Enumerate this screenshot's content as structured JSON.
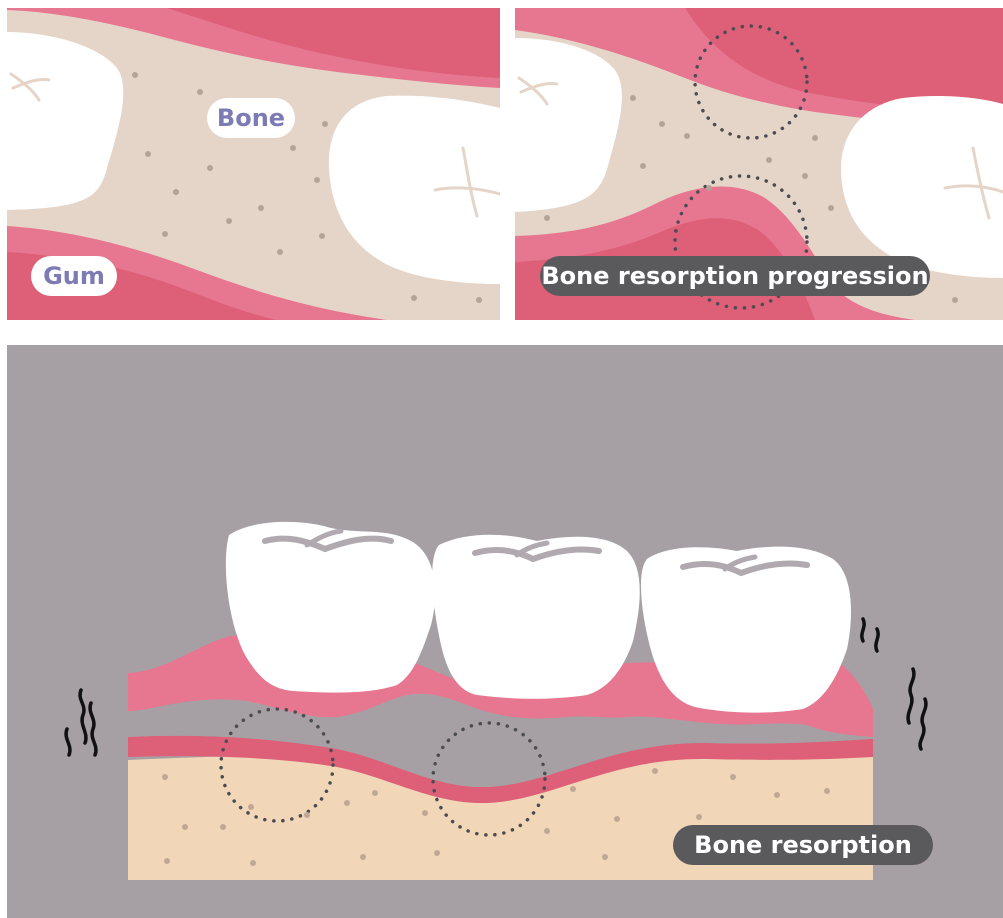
{
  "labels": {
    "bone": "Bone",
    "gum": "Gum",
    "bone_resorption_progression": "Bone resorption progression",
    "bone_resorption": "Bone resorption"
  },
  "colors": {
    "bone_beige": "#e5d5c8",
    "gum_pink": "#e77690",
    "gum_dark": "#de5f78",
    "tooth_white": "#ffffff",
    "background_gray": "#a6a0a4",
    "jaw_bone_peach": "#f1d6b7",
    "label_dark": "#5a5a5c",
    "label_purple_text": "#7d7bb4"
  }
}
